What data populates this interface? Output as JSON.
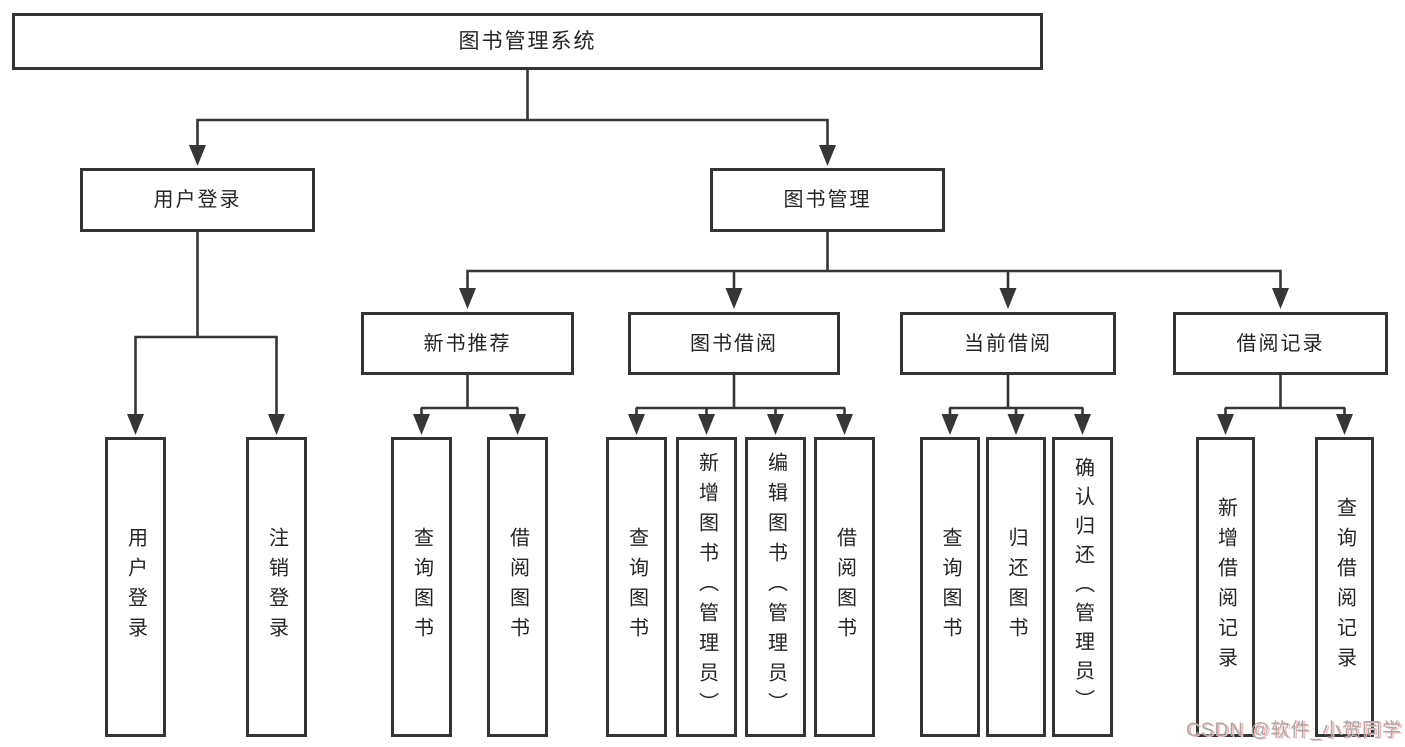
{
  "diagram": {
    "title": "图书管理系统",
    "type": "hierarchy-tree",
    "colors": {
      "line": "#363636",
      "box_border": "#343434",
      "text": "#242424",
      "background": "#ffffff",
      "watermark_text": "#a9a9a9",
      "watermark_shadow": "#f6baba"
    },
    "nodes": {
      "root": "图书管理系统",
      "user_login": "用户登录",
      "book_management": "图书管理",
      "new_books": "新书推荐",
      "book_borrow": "图书借阅",
      "current_borrow": "当前借阅",
      "borrow_records": "借阅记录"
    },
    "leaves": {
      "user_login": [
        "用户登录",
        "注销登录"
      ],
      "new_books": [
        "查询图书",
        "借阅图书"
      ],
      "book_borrow": [
        "查询图书",
        "新增图书（管理员）",
        "编辑图书（管理员）",
        "借阅图书"
      ],
      "current_borrow": [
        "查询图书",
        "归还图书",
        "确认归还（管理员）"
      ],
      "borrow_records": [
        "新增借阅记录",
        "查询借阅记录"
      ]
    }
  },
  "watermark": {
    "text": "CSDN @软件_小贺同学"
  }
}
